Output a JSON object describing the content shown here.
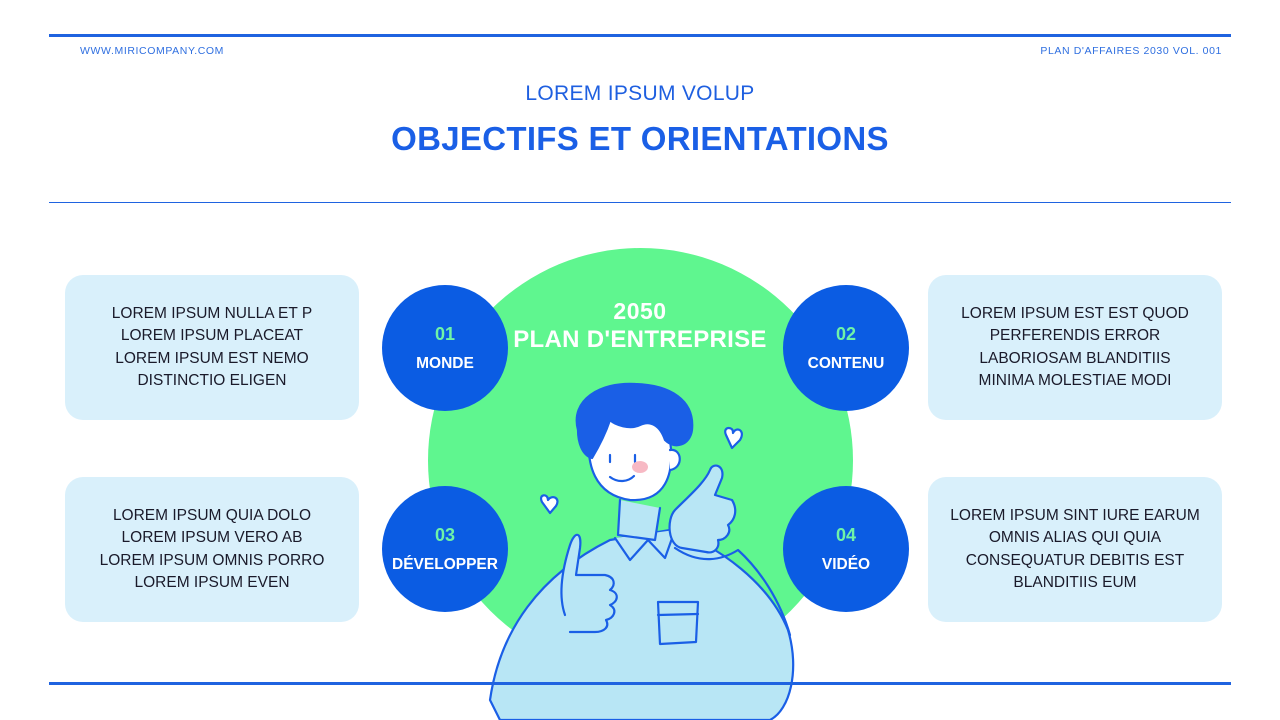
{
  "header": {
    "website": "WWW.MIRICOMPANY.COM",
    "doc_label": "PLAN D'AFFAIRES 2030 VOL. 001"
  },
  "slide": {
    "subtitle": "LOREM IPSUM VOLUP",
    "title": "OBJECTIFS ET ORIENTATIONS"
  },
  "center": {
    "year": "2050",
    "label": "PLAN D'ENTREPRISE"
  },
  "items": [
    {
      "number": "01",
      "label": "MONDE",
      "lines": [
        "LOREM IPSUM NULLA ET P",
        "LOREM IPSUM PLACEAT",
        "LOREM IPSUM EST NEMO",
        "DISTINCTIO ELIGEN"
      ]
    },
    {
      "number": "02",
      "label": "CONTENU",
      "lines": [
        "LOREM IPSUM EST EST QUOD",
        "PERFERENDIS ERROR",
        "LABORIOSAM BLANDITIIS",
        "MINIMA MOLESTIAE MODI"
      ]
    },
    {
      "number": "03",
      "label": "DÉVELOPPER",
      "lines": [
        "LOREM IPSUM QUIA DOLO",
        "LOREM IPSUM VERO AB",
        "LOREM IPSUM OMNIS PORRO",
        "LOREM IPSUM EVEN"
      ]
    },
    {
      "number": "04",
      "label": "VIDÉO",
      "lines": [
        "LOREM IPSUM SINT IURE EARUM",
        "OMNIS ALIAS QUI QUIA",
        "CONSEQUATUR DEBITIS EST",
        "BLANDITIIS EUM"
      ]
    }
  ],
  "colors": {
    "accent_blue": "#0b5ce3",
    "green": "#5ff68f",
    "card_bg": "#d9f0fb",
    "number_green": "#6ff3a7"
  },
  "illustration": "person-thumbs-up-icon"
}
